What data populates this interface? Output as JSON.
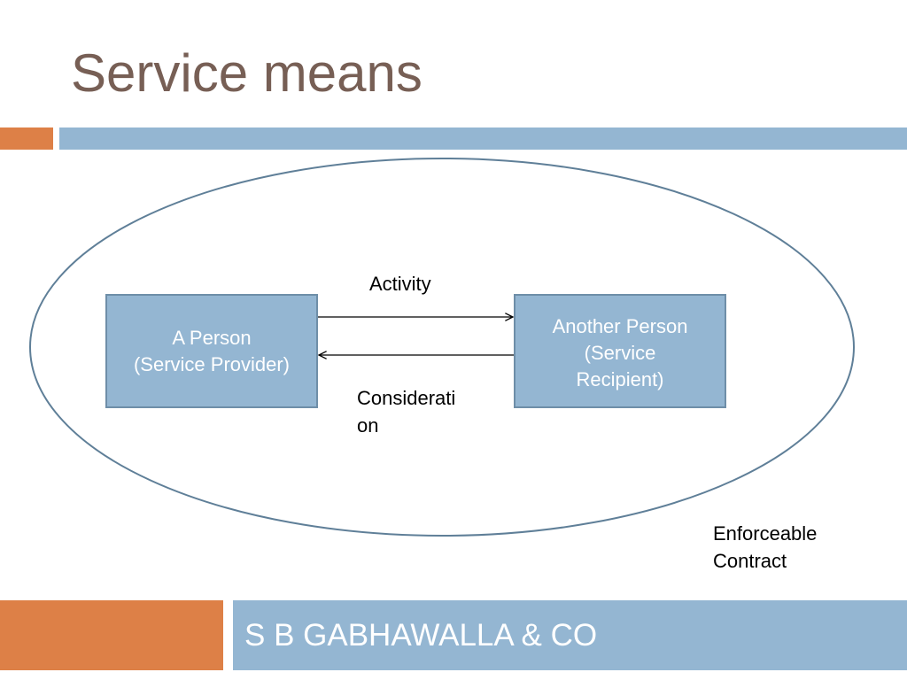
{
  "slide": {
    "title": "Service means",
    "footer": "S B GABHAWALLA & CO"
  },
  "diagram": {
    "provider": {
      "line1": "A Person",
      "line2": "(Service Provider)"
    },
    "recipient": {
      "line1": "Another Person",
      "line2": "(Service",
      "line3": "Recipient)"
    },
    "activity_label": "Activity",
    "consideration_label_line1": "Considerati",
    "consideration_label_line2": "on",
    "contract_label_line1": "Enforceable",
    "contract_label_line2": "Contract"
  },
  "colors": {
    "title": "#775F55",
    "accent_orange": "#DD8047",
    "accent_blue": "#94B6D2",
    "ellipse_stroke": "#5F7F98"
  }
}
